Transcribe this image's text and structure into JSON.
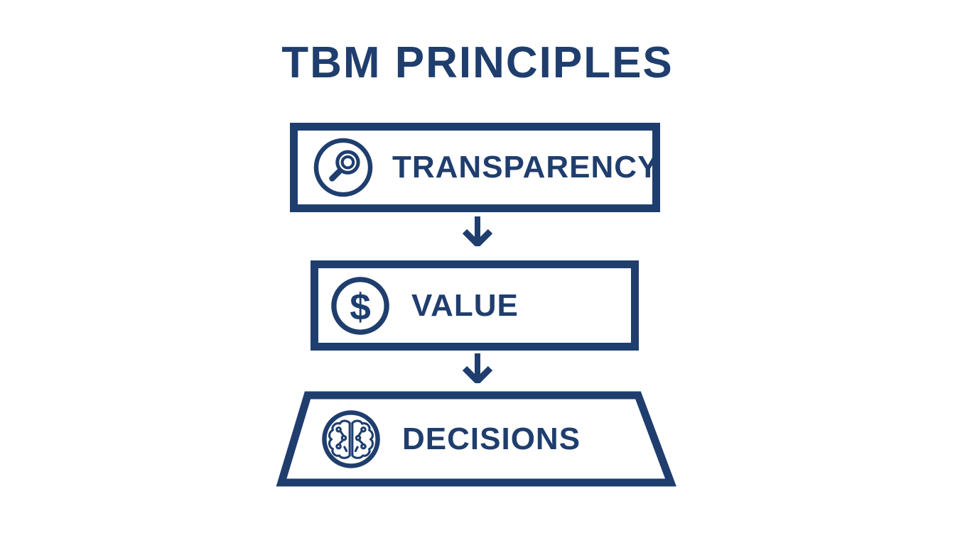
{
  "title": "TBM PRINCIPLES",
  "colors": {
    "navy": "#1f3e6e",
    "background": "#ffffff"
  },
  "flow": {
    "steps": [
      {
        "label": "TRANSPARENCY",
        "icon": "magnifier-icon",
        "shape": "rectangle"
      },
      {
        "label": "VALUE",
        "icon": "dollar-icon",
        "shape": "rectangle"
      },
      {
        "label": "DECISIONS",
        "icon": "brain-icon",
        "shape": "trapezoid"
      }
    ],
    "connectors": [
      "down-arrow",
      "down-arrow"
    ]
  }
}
